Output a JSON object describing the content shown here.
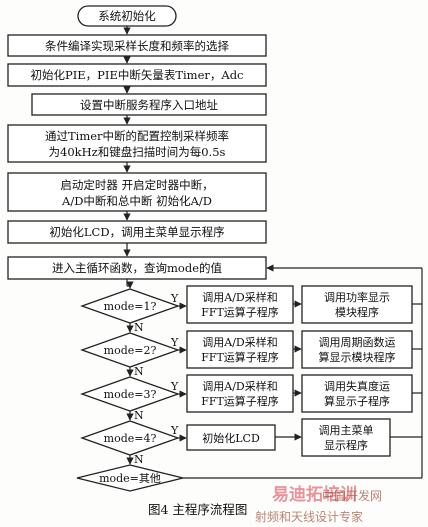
{
  "flow": {
    "start": "系统初始化",
    "steps": [
      "条件编译实现采样长度和频率的选择",
      "初始化PIE，PIE中断矢量表Timer，Adc",
      "设置中断服务程序入口地址",
      "通过Timer中断的配置控制采样频率",
      "为40kHz和键盘扫描时间为每0.5s",
      "启动定时器  开启定时器中断，",
      "A/D中断和总中断  初始化A/D",
      "初始化LCD，调用主菜单显示程序",
      "进入主循环函数，查询mode的值"
    ],
    "yes": "Y",
    "no": "N",
    "decisions": [
      "mode=1?",
      "mode=2?",
      "mode=3?",
      "mode=4?",
      "mode=其他"
    ],
    "sample_l1": "调用A/D采样和",
    "sample_l2": "FFT运算子程序",
    "disp1_l1": "调用功率显示",
    "disp1_l2": "模块程序",
    "disp2_l1": "调用周期函数运",
    "disp2_l2": "算显示模块程序",
    "disp3_l1": "调用失真度运",
    "disp3_l2": "算显示子程序",
    "init_lcd": "初始化LCD",
    "menu_l1": "调用主菜单",
    "menu_l2": "显示程序"
  },
  "caption": "图4    主程序流程图",
  "watermark": {
    "brand": "易迪拓培训",
    "site": "中国开发网",
    "tagline": "射频和天线设计专家"
  }
}
